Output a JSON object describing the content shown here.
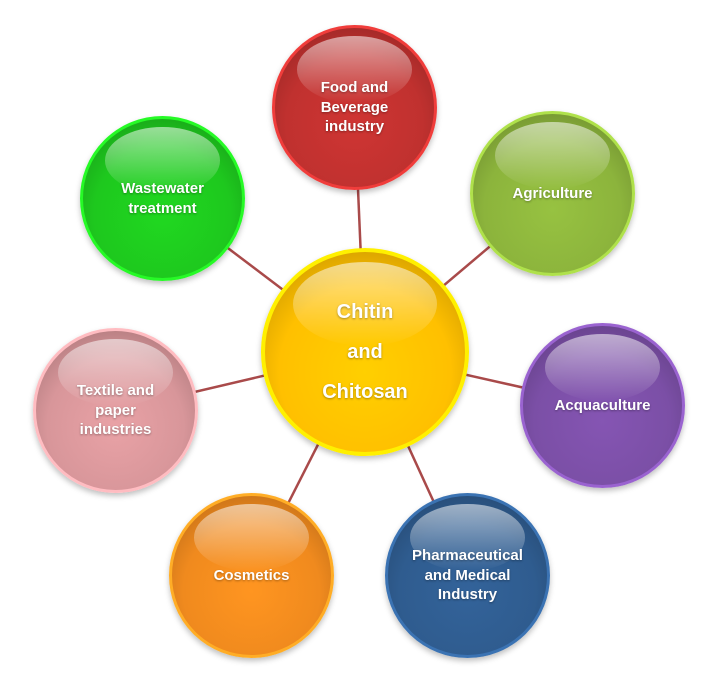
{
  "center": {
    "label": "Chitin\nand\nChitosan",
    "color": "#ffc000"
  },
  "nodes": [
    {
      "id": "food-beverage",
      "label": "Food and\nBeverage\nindustry",
      "color": "#c0312f"
    },
    {
      "id": "agriculture",
      "label": "Agriculture",
      "color": "#8cb43c"
    },
    {
      "id": "acquaculture",
      "label": "Acquaculture",
      "color": "#7b4fa6"
    },
    {
      "id": "pharmaceutical-medical",
      "label": "Pharmaceutical\nand Medical\nIndustry",
      "color": "#2f5c8f"
    },
    {
      "id": "cosmetics",
      "label": "Cosmetics",
      "color": "#f08a1e"
    },
    {
      "id": "textile-paper",
      "label": "Textile and\npaper\nindustries",
      "color": "#d8969a"
    },
    {
      "id": "wastewater",
      "label": "Wastewater\ntreatment",
      "color": "#1ec81e"
    }
  ],
  "connector_color": "#a94a4a"
}
